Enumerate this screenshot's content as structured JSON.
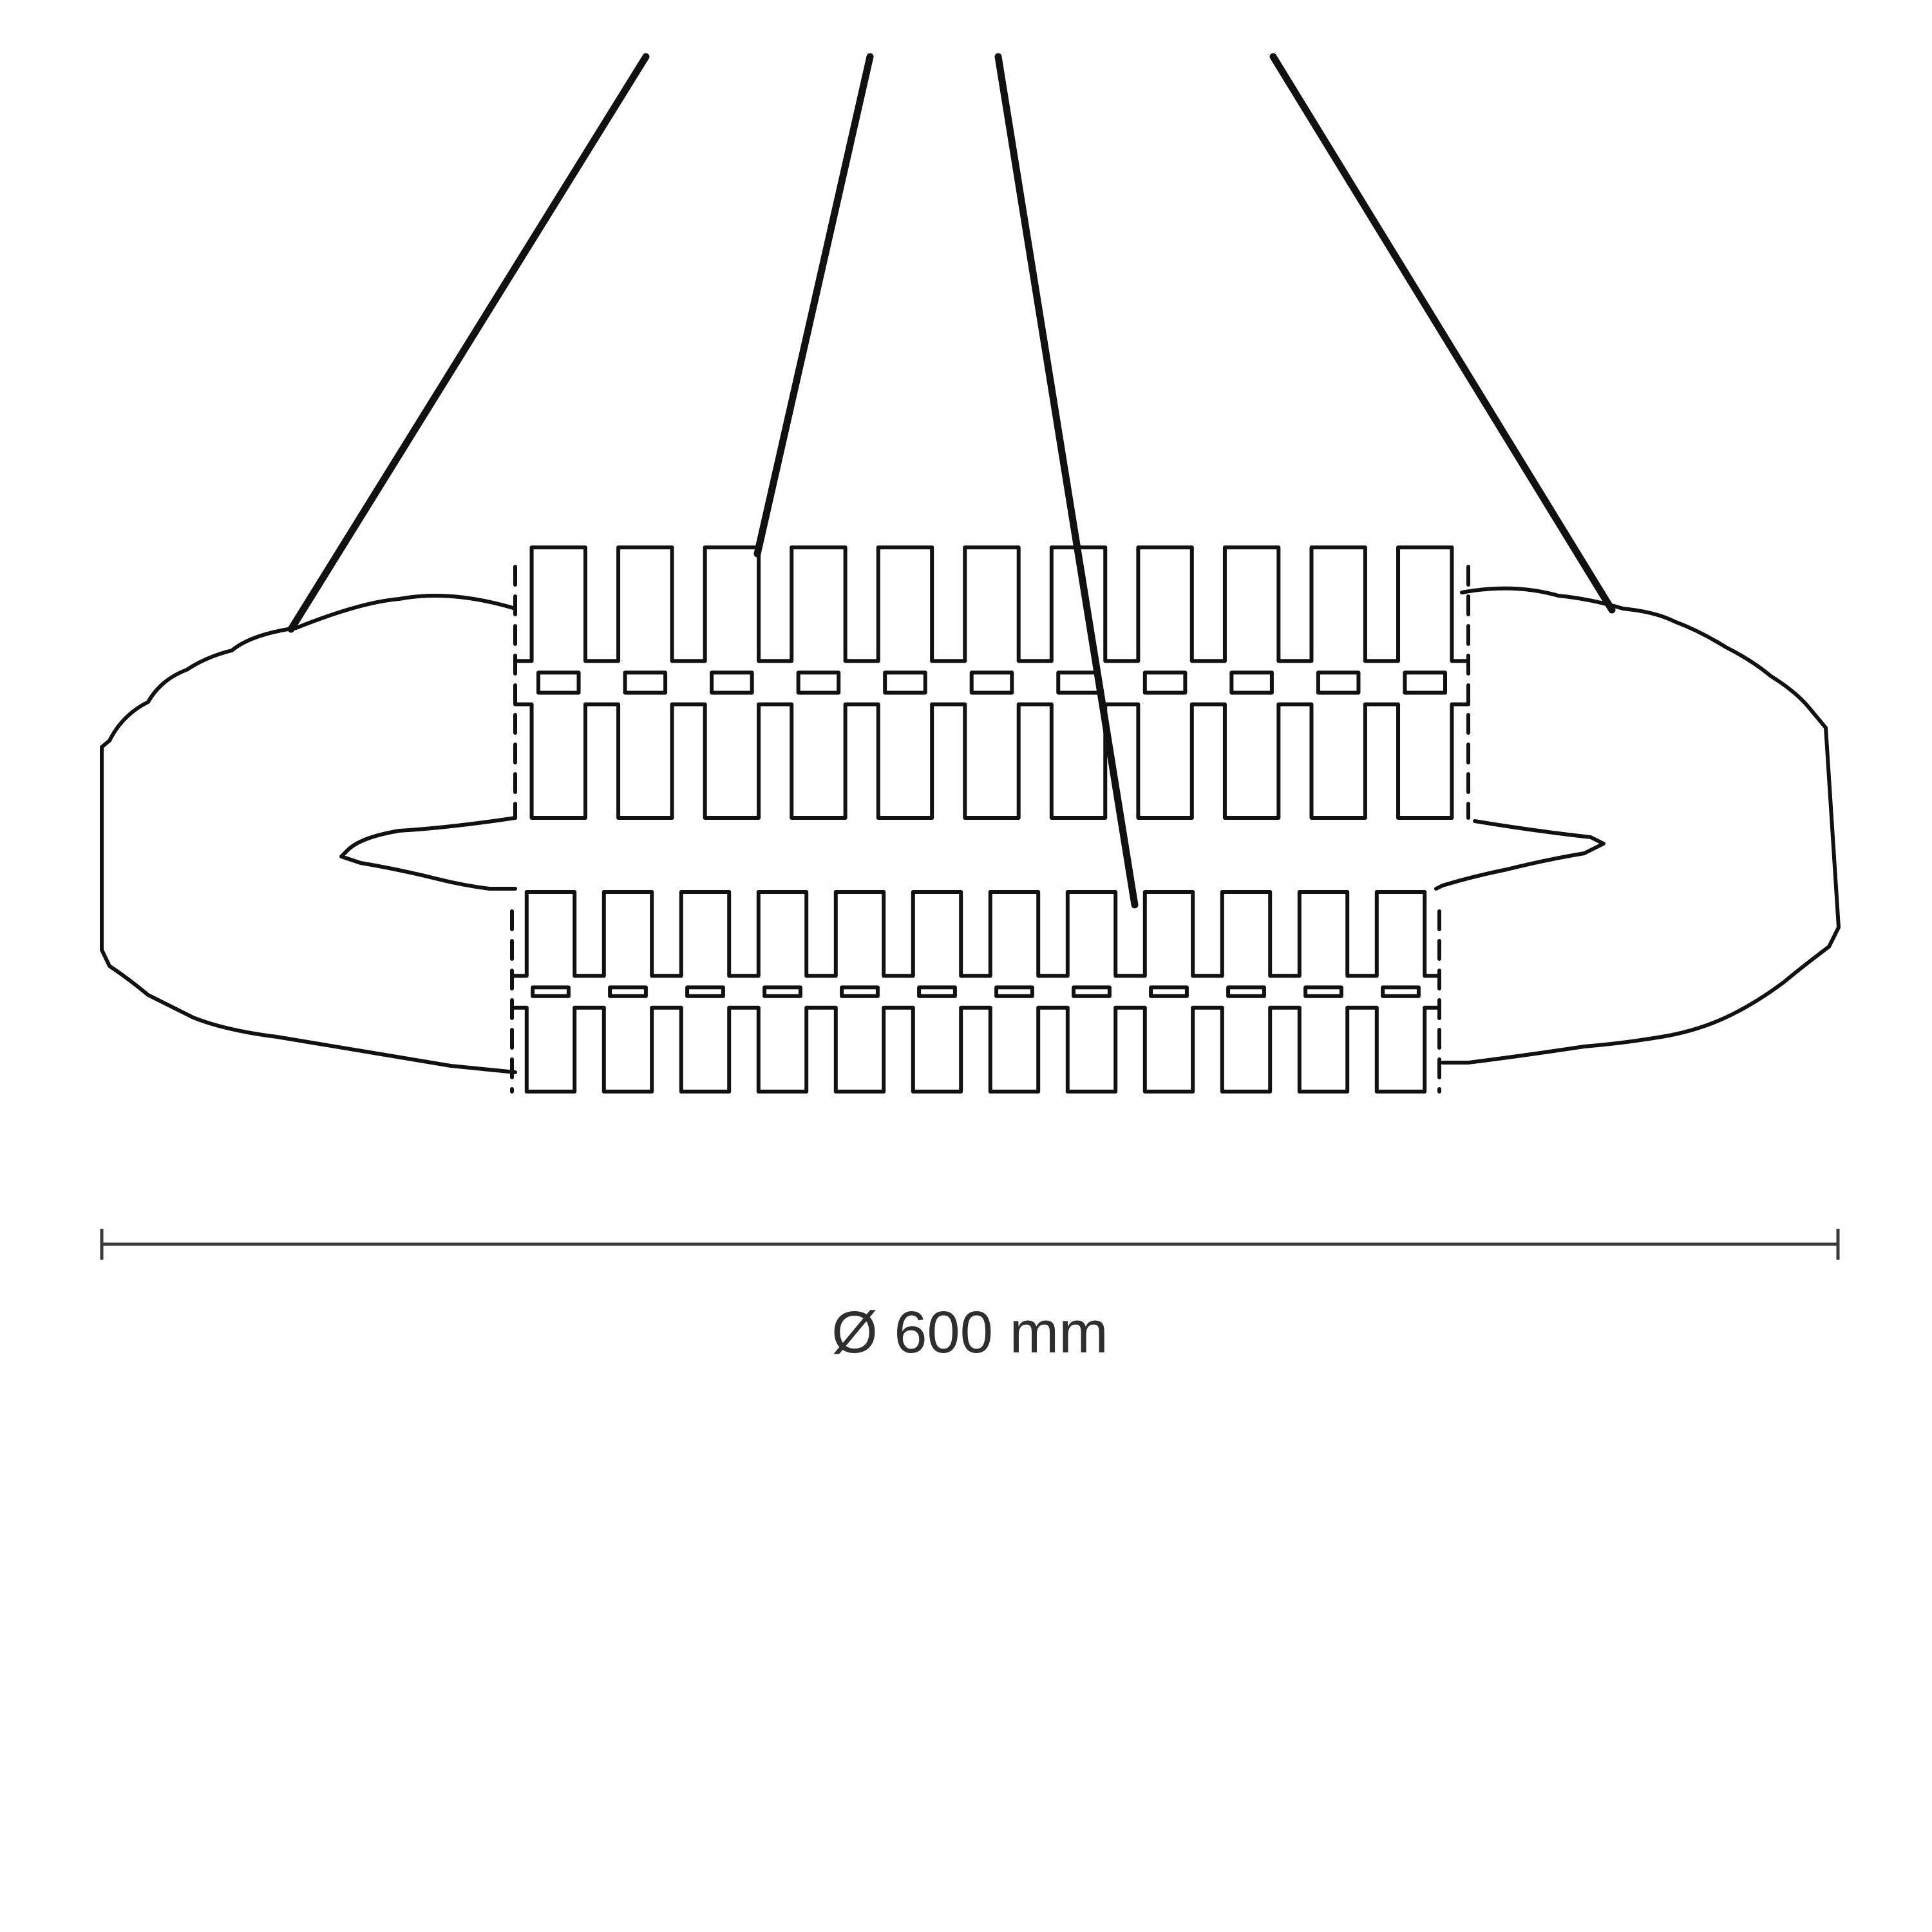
{
  "diagram": {
    "subject": "ring-pendant-light",
    "line_color": "#111111",
    "background": "#ffffff",
    "suspension_cables": 4,
    "ring_top_tabs": 11,
    "ring_bottom_tabs": 12
  },
  "dimension": {
    "label": "Ø 600 mm"
  }
}
